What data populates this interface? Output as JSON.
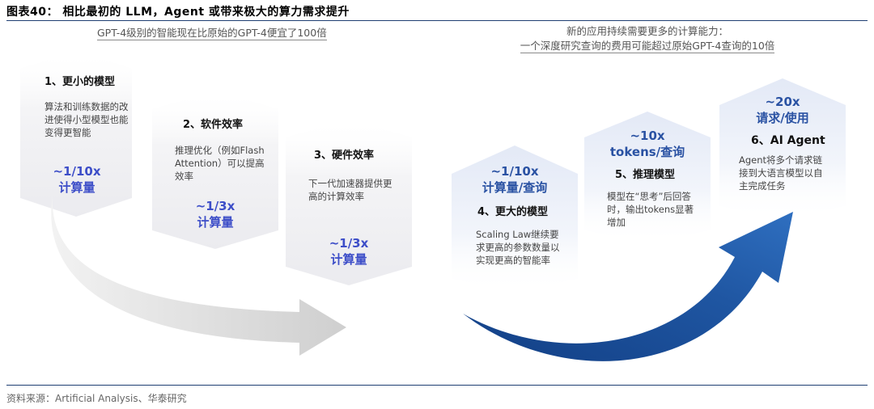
{
  "title": "图表40： 相比最初的 LLM，Agent 或带来极大的算力需求提升",
  "left_header": "GPT-4级别的智能现在比原始的GPT-4便宜了100倍",
  "right_header": {
    "line1": "新的应用持续需要更多的计算能力：",
    "line2": "一个深度研究查询的费用可能超过原始GPT-4查询的10倍"
  },
  "steps": [
    {
      "title": "1、更小的模型",
      "desc": "算法和训练数据的改进使得小型模型也能变得更智能",
      "mult": "~1/10x",
      "unit": "计算量"
    },
    {
      "title": "2、软件效率",
      "desc": "推理优化（例如Flash Attention）可以提高效率",
      "mult": "~1/3x",
      "unit": "计算量"
    },
    {
      "title": "3、硬件效率",
      "desc": "下一代加速器提供更高的计算效率",
      "mult": "~1/3x",
      "unit": "计算量"
    },
    {
      "title": "4、更大的模型",
      "desc": "Scaling Law继续要求更高的参数数量以实现更高的智能率",
      "mult": "~1/10x",
      "unit": "计算量/查询"
    },
    {
      "title": "5、推理模型",
      "desc": "模型在“思考”后回答时，输出tokens显著增加",
      "mult": "~10x",
      "unit": "tokens/查询"
    },
    {
      "title": "6、AI Agent",
      "desc": "Agent将多个请求链接到大语言模型以自主完成任务",
      "mult": "~20x",
      "unit": "请求/使用"
    }
  ],
  "source": "资料来源：Artificial Analysis、华泰研究",
  "colors": {
    "title_rule": "#1f3f73",
    "light_multiplier": "#3d4ec8",
    "dark_multiplier": "#2a52a3",
    "arrow_grey": "#d9d9d9",
    "arrow_blue": "#1f4f97"
  }
}
